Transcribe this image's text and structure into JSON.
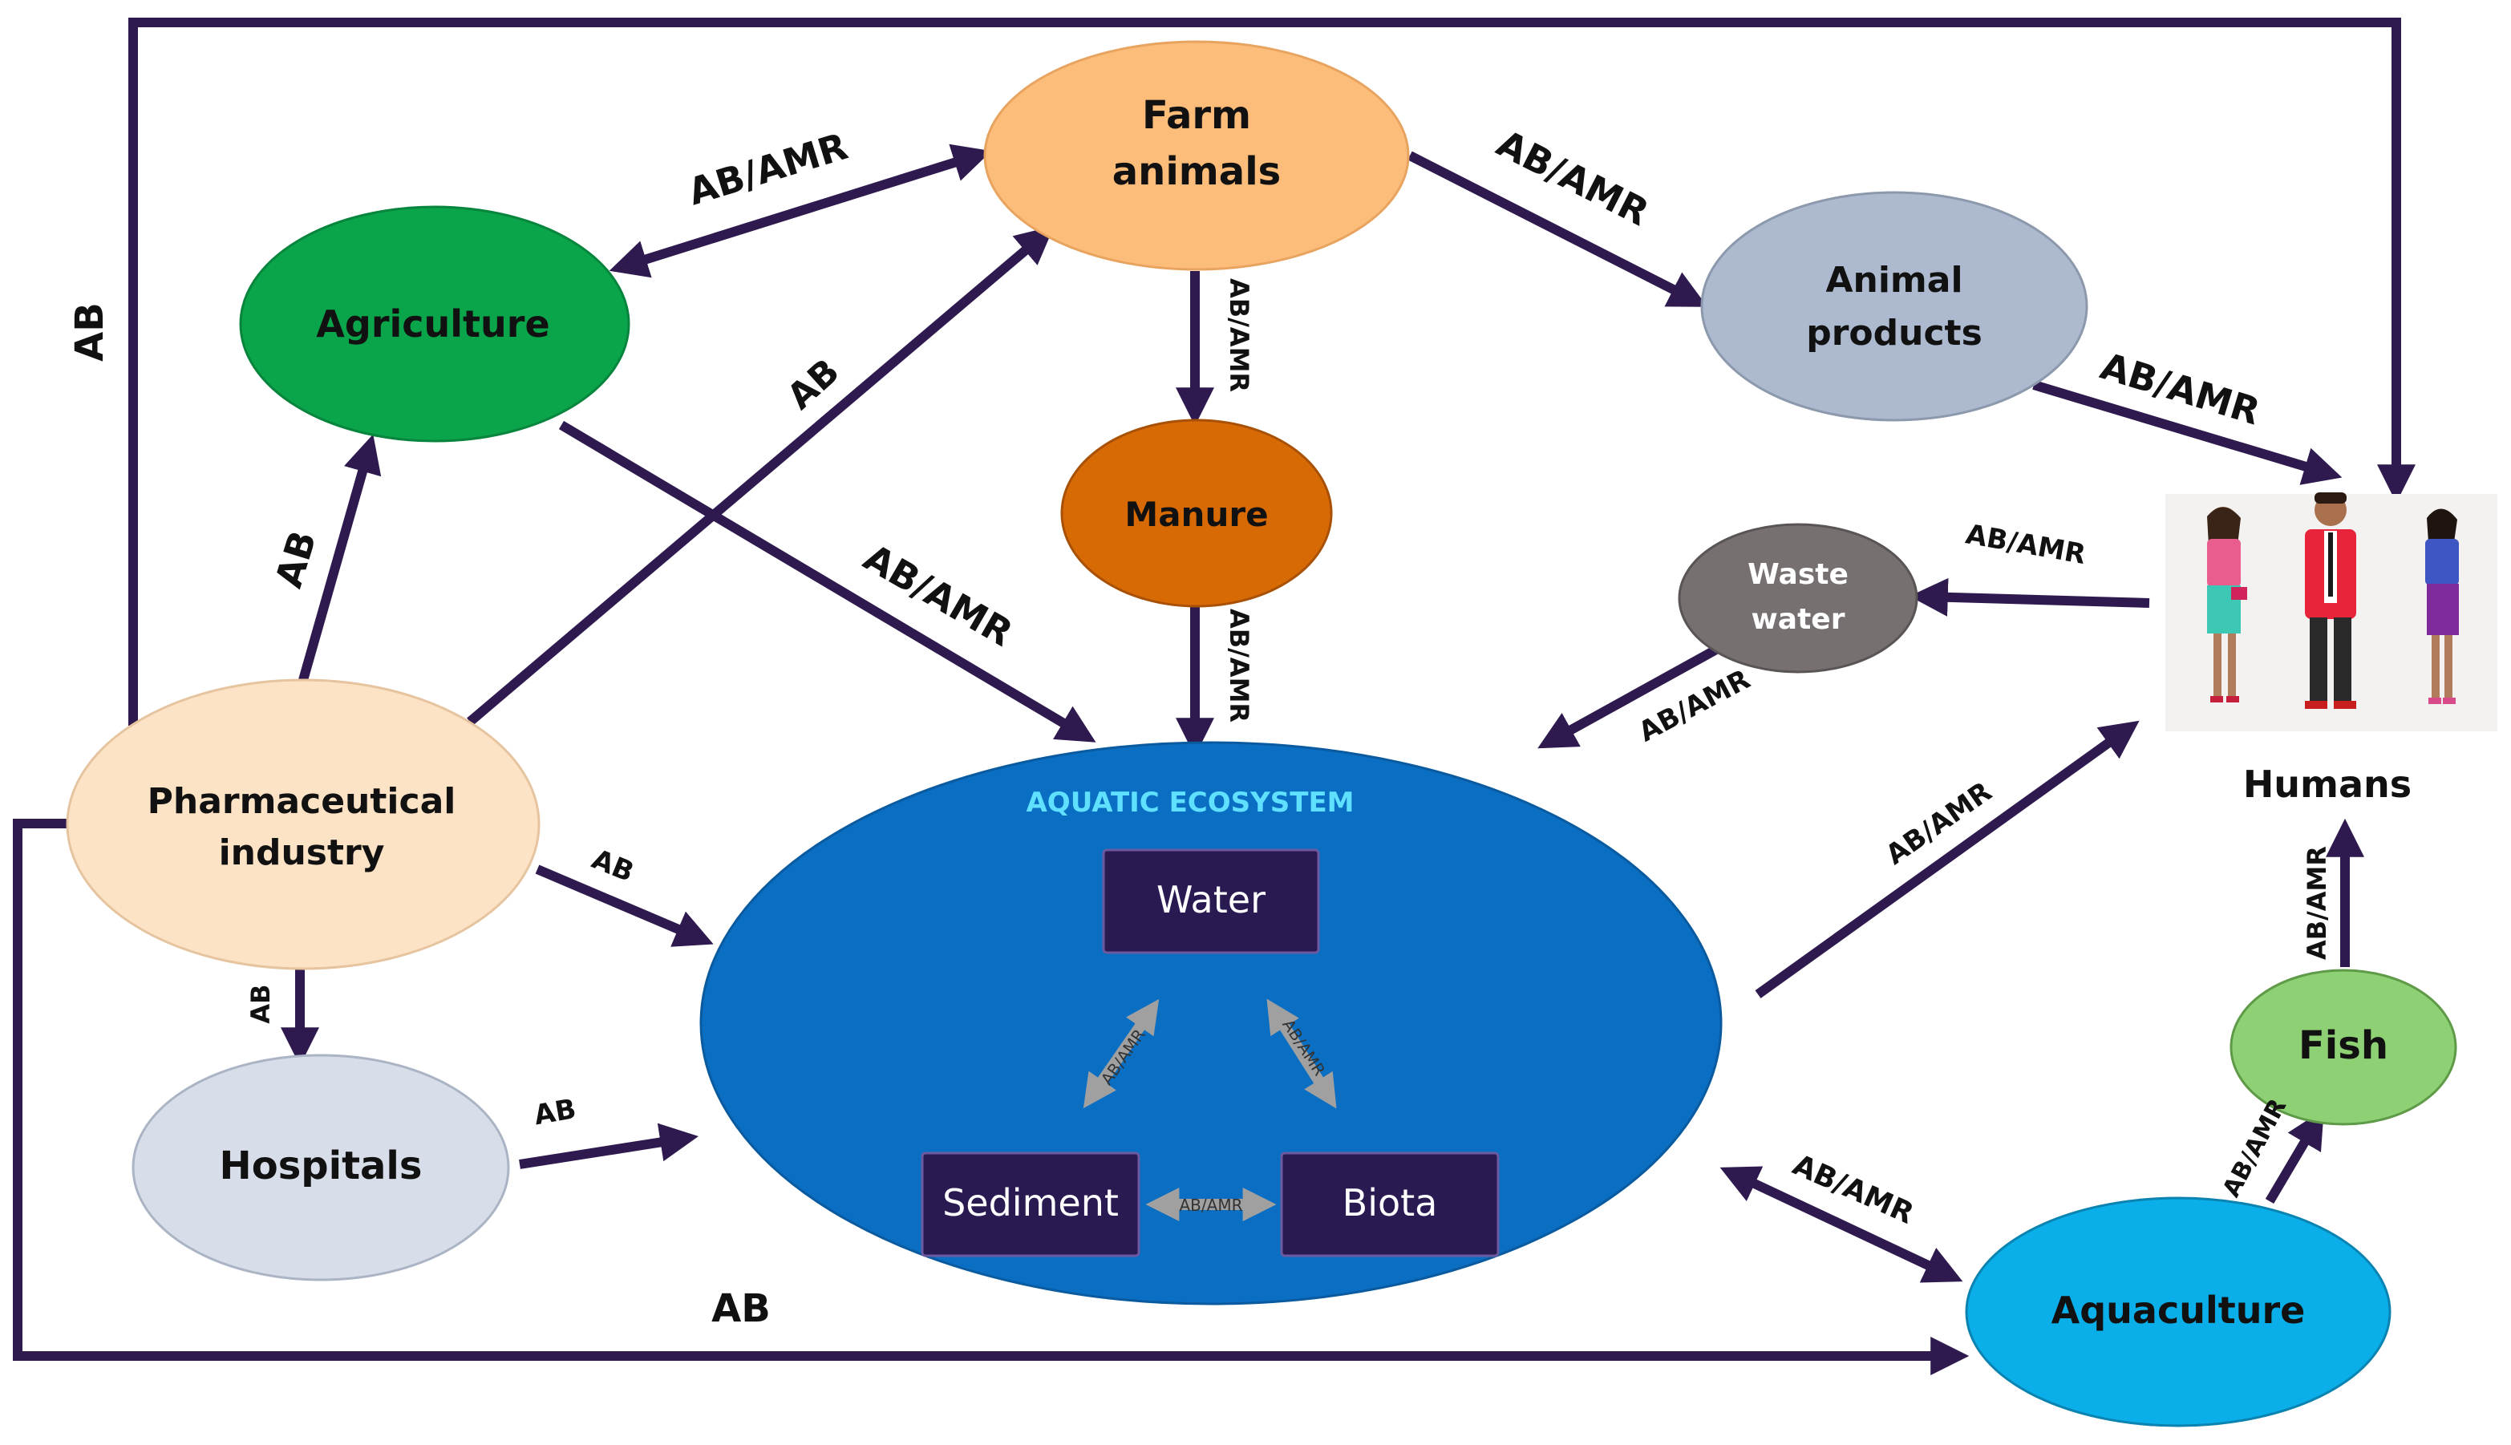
{
  "colors": {
    "arrow": "#2e1a4e",
    "agriculture": "#0aa54b",
    "farm_animals": "#fdbd7a",
    "animal_products": "#adb9ce",
    "manure": "#d86a06",
    "pharma": "#fde3c5",
    "hospitals": "#d8dee9",
    "aquatic": "#0a6ec2",
    "aquatic_title": "#5fe0ff",
    "box": "#2a1a52",
    "waste_water": "#767070",
    "fish": "#8ed174",
    "aquaculture": "#0aaee8",
    "inner_arrow": "#a0a0a0"
  },
  "nodes": {
    "farm_animals": "Farm\nanimals",
    "agriculture": "Agriculture",
    "animal_products": "Animal\nproducts",
    "manure": "Manure",
    "pharmaceutical_industry": "Pharmaceutical\nindustry",
    "hospitals": "Hospitals",
    "waste_water": "Waste\nwater",
    "humans": "Humans",
    "fish": "Fish",
    "aquaculture": "Aquaculture"
  },
  "aquatic_ecosystem": {
    "title": "AQUATIC ECOSYSTEM",
    "water": "Water",
    "sediment": "Sediment",
    "biota": "Biota",
    "link_label": "AB/AMR"
  },
  "edge_labels": {
    "top_left_loop": "AB",
    "agri_farm": "AB/AMR",
    "farm_products": "AB/AMR",
    "farm_manure": "AB/AMR",
    "products_humans": "AB/AMR",
    "pharma_farm": "AB",
    "pharma_agri": "AB",
    "agri_aquatic": "AB/AMR",
    "manure_aquatic": "AB/AMR",
    "humans_waste": "AB/AMR",
    "waste_aquatic": "AB/AMR",
    "pharma_aquatic": "AB",
    "pharma_hospitals": "AB",
    "hospitals_aquatic": "AB",
    "aquatic_humans": "AB/AMR",
    "fish_humans": "AB/AMR",
    "aquatic_aquaculture": "AB/AMR",
    "aquaculture_fish": "AB/AMR",
    "bottom_loop": "AB"
  }
}
